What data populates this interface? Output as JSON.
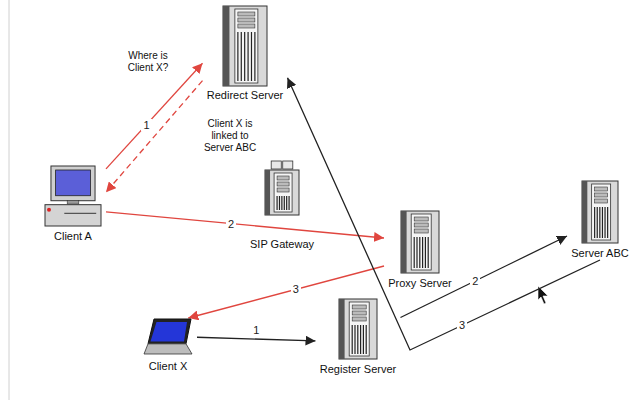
{
  "diagram": {
    "nodes": [
      {
        "text": [
          "Redirect Server"
        ]
      },
      {
        "text": [
          "Client A"
        ]
      },
      {
        "text": [
          "SIP Gateway"
        ]
      },
      {
        "text": [
          "Proxy Server"
        ]
      },
      {
        "text": [
          "Server ABC"
        ]
      },
      {
        "text": [
          "Client X"
        ]
      },
      {
        "text": [
          "Register Server"
        ]
      }
    ],
    "edges": [
      {
        "from": 1,
        "to": 0,
        "label": "1",
        "arrow": "to"
      },
      {
        "from": 0,
        "to": 1,
        "arrow": "to"
      },
      {
        "from": 1,
        "to": 3,
        "label": "2",
        "arrow": "to"
      },
      {
        "from": 3,
        "to": 5,
        "label": "3",
        "arrow": "to"
      },
      {
        "from": 5,
        "to": 6,
        "label": "1",
        "arrow": "to"
      },
      {
        "from": 6,
        "to": 4,
        "label": "2",
        "arrow": "to"
      },
      {
        "from": 4,
        "to": 0,
        "label": "3",
        "arrow": "to"
      }
    ],
    "labels": [
      "Where is Client X?",
      "Client X is linked to Server ABC"
    ]
  }
}
